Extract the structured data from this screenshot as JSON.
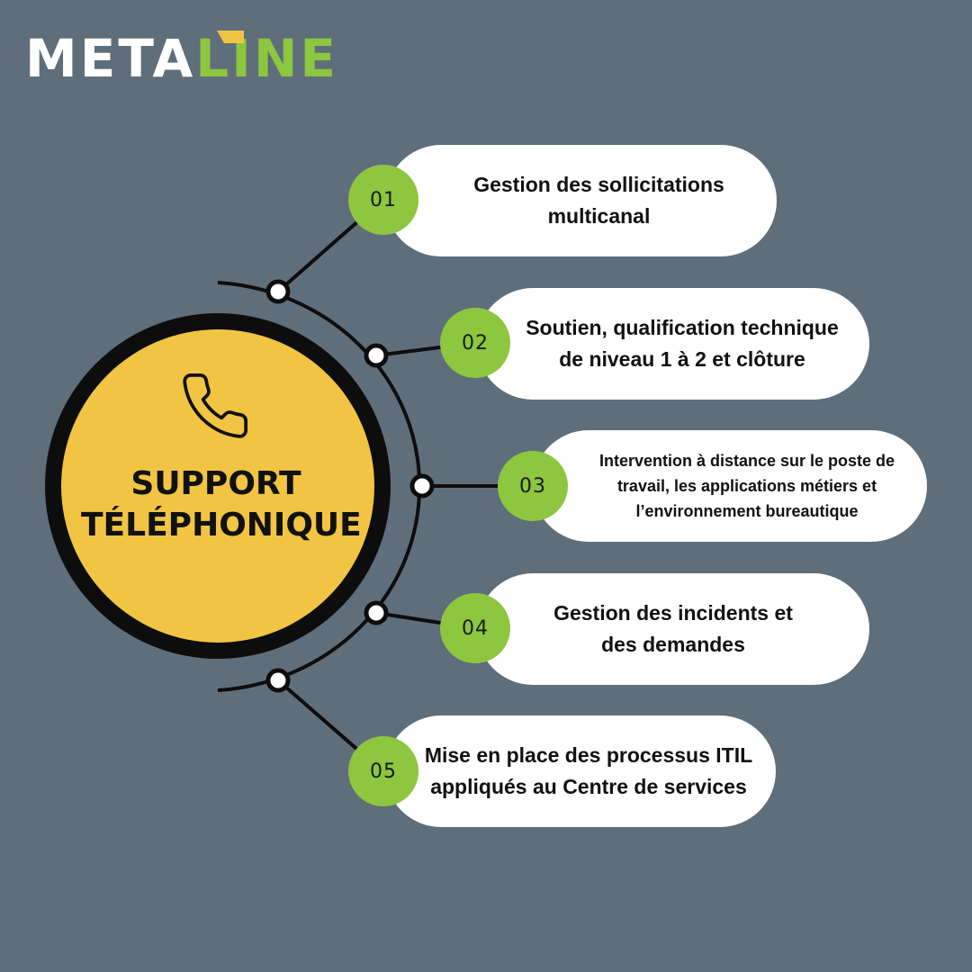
{
  "brand": {
    "logo_part1": "META",
    "logo_part2": "LINE",
    "color_white": "#ffffff",
    "color_green": "#8dc63f",
    "color_yellow": "#f2c443"
  },
  "center": {
    "icon": "phone-icon",
    "title_line1": "SUPPORT",
    "title_line2": "TÉLÉPHONIQUE"
  },
  "steps": [
    {
      "number": "01",
      "text": "Gestion des sollicitations multicanal"
    },
    {
      "number": "02",
      "text": "Soutien, qualification technique de niveau 1 à 2 et clôture"
    },
    {
      "number": "03",
      "text": "Intervention à distance sur le poste de travail, les applications métiers et l’environnement bureautique"
    },
    {
      "number": "04",
      "text": "Gestion des incidents et des demandes"
    },
    {
      "number": "05",
      "text": "Mise en place des processus ITIL appliqués au Centre de services"
    }
  ],
  "colors": {
    "background": "#5f6e7b",
    "pill": "#ffffff",
    "badge": "#8dc63f",
    "center_fill": "#f2c443",
    "outline": "#0d0d0d"
  }
}
